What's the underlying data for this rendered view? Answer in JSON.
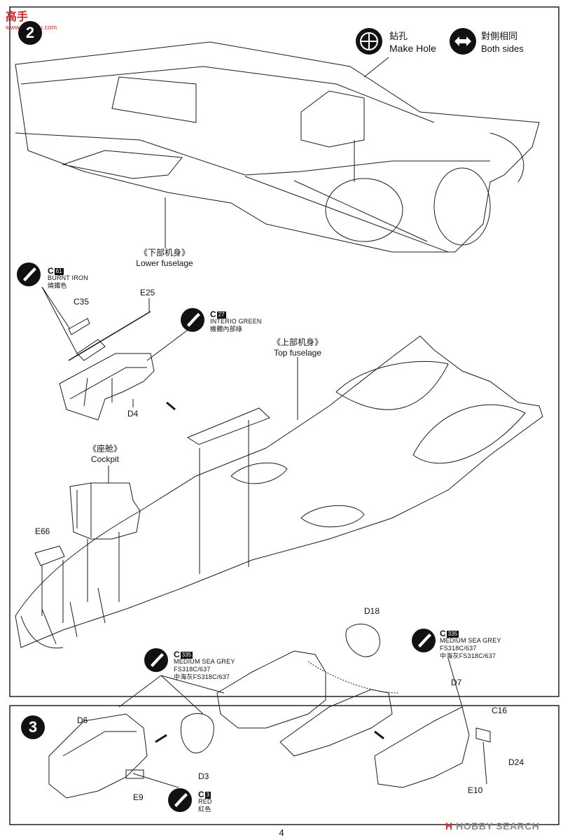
{
  "watermark_top": {
    "text": "高手",
    "sub": "www.dashqu.com"
  },
  "step2": {
    "number": "2"
  },
  "make_hole": {
    "cn": "鉆孔",
    "en": "Make Hole"
  },
  "both_sides": {
    "cn": "對側相同",
    "en": "Both sides"
  },
  "lower_fuselage": {
    "cn": "《下部机身》",
    "en": "Lower fuselage"
  },
  "paint_burnt_iron": {
    "code": "C",
    "num": "61",
    "en": "BURNT IRON",
    "cn": "燒鐵色"
  },
  "paint_interior_green": {
    "code": "C",
    "num": "27",
    "en": "INTERIO GREEN",
    "cn": "機體內部綠"
  },
  "parts": {
    "C35": "C35",
    "E25": "E25",
    "D4": "D4",
    "E66": "E66",
    "D18": "D18",
    "D6": "D6",
    "D3": "D3",
    "E9": "E9",
    "D7": "D7",
    "C16": "C16",
    "D24": "D24",
    "E10": "E10"
  },
  "top_fuselage": {
    "cn": "《上部机身》",
    "en": "Top fuselage"
  },
  "cockpit": {
    "cn": "《座舱》",
    "en": "Cockpit"
  },
  "step3": {
    "number": "3"
  },
  "paint_sea_grey_left": {
    "code": "C",
    "num": "335",
    "en": "MEDIUM SEA GREY",
    "fs": "FS318C/637",
    "cn": "中海灰FS318C/637"
  },
  "paint_sea_grey_right": {
    "code": "C",
    "num": "335",
    "en": "MEDIUM SEA GREY",
    "fs": "FS318C/637",
    "cn": "中海灰FS318C/637"
  },
  "paint_red": {
    "code": "C",
    "num": "3",
    "en": "RED",
    "cn": "紅色"
  },
  "watermark_bottom": {
    "logo": "H",
    "text": "HOBBY SEARCH"
  },
  "page_number": "4"
}
